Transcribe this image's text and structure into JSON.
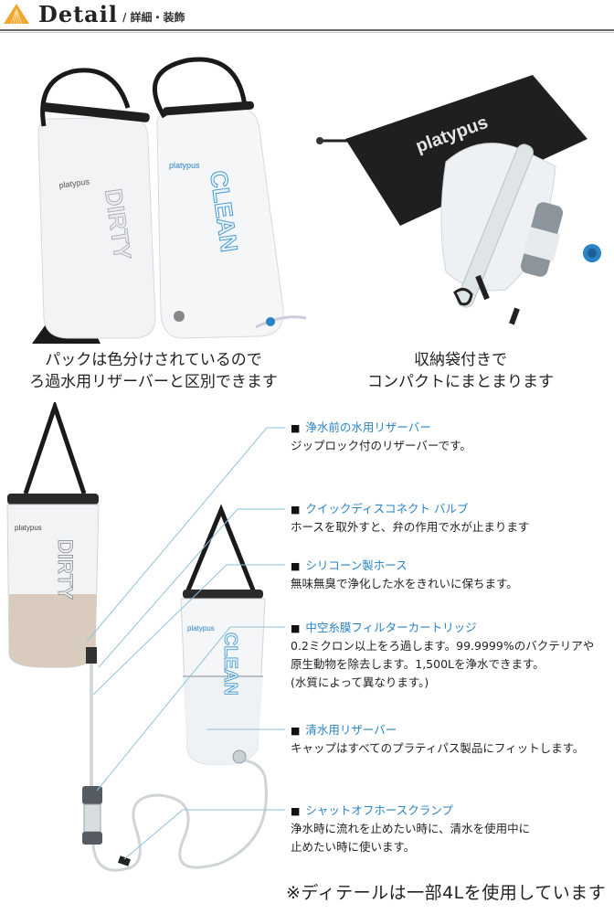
{
  "header": {
    "title": "Detail",
    "subtitle": "/ 詳細・装飾",
    "icon": "triangle-emblem-icon",
    "icon_color": "#f0a830"
  },
  "photos": [
    {
      "name": "color-coded-reservoirs-photo",
      "labels": [
        "DIRTY",
        "CLEAN",
        "platypus"
      ],
      "caption_lines": [
        "パックは色分けされているので",
        "ろ過水用リザーバーと区別できます"
      ]
    },
    {
      "name": "storage-sack-photo",
      "labels": [
        "platypus"
      ],
      "caption_lines": [
        "収納袋付きで",
        "コンパクトにまとまります"
      ]
    }
  ],
  "callouts": [
    {
      "marker": "■",
      "title": "浄水前の水用リザーバー",
      "body": [
        "ジップロック付のリザーバーです。"
      ]
    },
    {
      "marker": "■",
      "title": "クイックディスコネクト バルブ",
      "body": [
        "ホースを取外すと、弁の作用で水が止まります"
      ]
    },
    {
      "marker": "■",
      "title": "シリコーン製ホース",
      "body": [
        "無味無臭で浄化した水をきれいに保ちます。"
      ]
    },
    {
      "marker": "■",
      "title": "中空糸膜フィルターカートリッジ",
      "body": [
        "0.2ミクロン以上をろ過します。99.9999%のバクテリアや",
        "原生動物を除去します。1,500Lを浄水できます。",
        "(水質によって異なります。)"
      ]
    },
    {
      "marker": "■",
      "title": "清水用リザーバー",
      "body": [
        "キャップはすべてのプラティパス製品にフィットします。"
      ]
    },
    {
      "marker": "■",
      "title": "シャットオフホースクランプ",
      "body": [
        "浄水時に流れを止めたい時に、清水を使用中に",
        "止めたい時に使います。"
      ]
    }
  ],
  "footnote": "※ディテールは一部4Lを使用しています",
  "colors": {
    "accent_blue": "#2a83c4",
    "leader_line": "#8fc3de",
    "header_rule": "#666666"
  }
}
